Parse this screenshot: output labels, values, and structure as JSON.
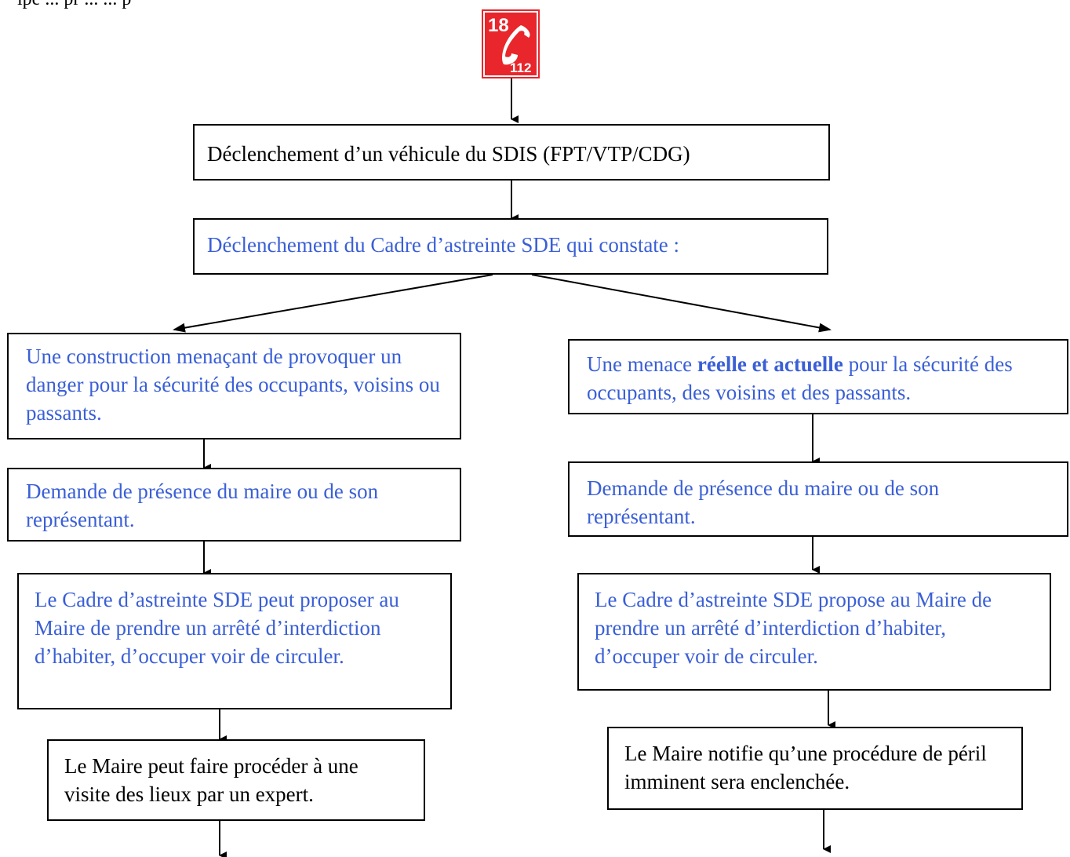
{
  "header_fragment": "ipe ... pr ... ... p",
  "logo": {
    "top_number": "18",
    "bottom_number": "112",
    "icon": "phone-handset-icon",
    "color": "#e8262b"
  },
  "nodes": {
    "sdis": "Déclenchement d’un véhicule du SDIS (FPT/VTP/CDG)",
    "cadre": "Déclenchement du Cadre d’astreinte SDE qui constate :",
    "left": {
      "construction": "Une construction menaçant de provoquer un danger pour la sécurité des occupants, voisins ou passants.",
      "presence": "Demande de présence du maire ou de son représentant.",
      "proposer": "Le Cadre d’astreinte SDE peut proposer au Maire de prendre un arrêté d’interdiction d’habiter, d’occuper voir de circuler.",
      "expert": "Le Maire peut faire procéder à une visite des lieux par un expert."
    },
    "right": {
      "menace_prefix": "Une menace ",
      "menace_bold": "réelle et actuelle",
      "menace_suffix": " pour la sécurité des occupants, des voisins et des passants.",
      "presence": "Demande de présence du maire ou de son représentant.",
      "propose": "Le Cadre d’astreinte SDE propose au Maire de prendre un arrêté d’interdiction d’habiter, d’occuper voir de circuler.",
      "peril": "Le Maire notifie qu’une procédure de péril imminent sera enclenchée."
    }
  },
  "colors": {
    "text_blue": "#3a5fd6",
    "text_black": "#000000",
    "line": "#000000"
  }
}
